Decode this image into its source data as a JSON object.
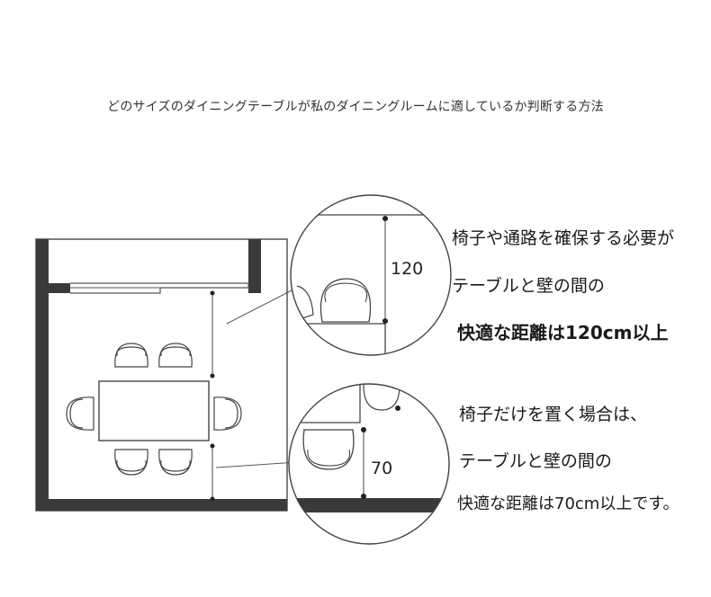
{
  "title": "どのサイズのダイニングテーブルが私のダイニングルームに適しているか判断する方法",
  "callouts": {
    "top": {
      "dimension": "120",
      "line1": "椅子や通路を確保する必要が",
      "line2": "テーブルと壁の間の",
      "line3": "快適な距離は120cm以上"
    },
    "bottom": {
      "dimension": "70",
      "line1": "椅子だけを置く場合は、",
      "line2": "テーブルと壁の間の",
      "line3": "快適な距離は70cm以上です。"
    }
  },
  "colors": {
    "wall": "#3a3a3a",
    "line": "#444444"
  }
}
